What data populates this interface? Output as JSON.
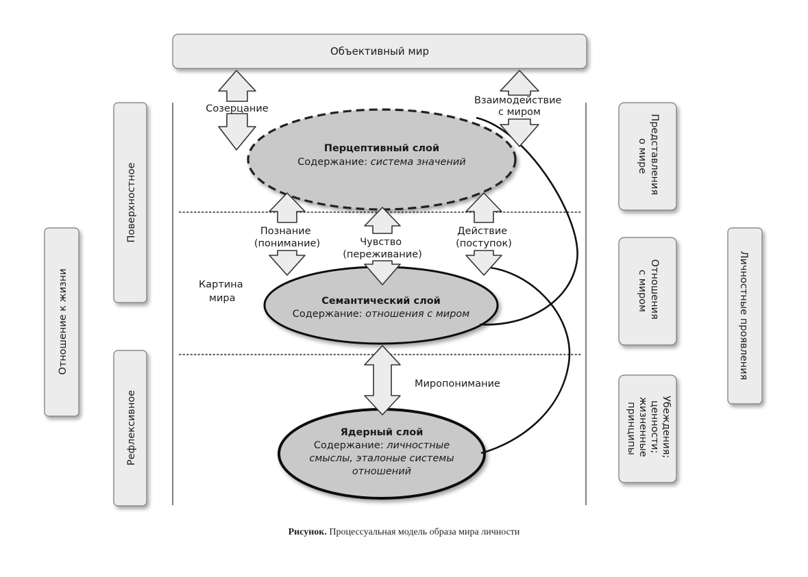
{
  "top_box": "Объективный мир",
  "left_outer_box": "Отношение к жизни",
  "left_boxes": {
    "top": "Поверхностное",
    "bottom": "Рефлексивное"
  },
  "right_outer_box": "Личностные проявления",
  "right_boxes": {
    "top": [
      "Представления",
      "о мире"
    ],
    "middle": [
      "Отношения",
      "с миром"
    ],
    "bottom": [
      "Убеждения;",
      "ценности;",
      "жизненные",
      "принципы"
    ]
  },
  "arrow_labels": {
    "contemplation": "Созерцание",
    "interaction": [
      "Взаимодействие",
      "с миром"
    ],
    "cognition": [
      "Познание",
      "(понимание)"
    ],
    "feeling": [
      "Чувство",
      "(переживание)"
    ],
    "action": [
      "Действие",
      "(поступок)"
    ],
    "worldview": "Миропонимание"
  },
  "world_picture": [
    "Картина",
    "мира"
  ],
  "layers": {
    "perceptive": {
      "title": "Перцептивный слой",
      "content_label": "Содержание: ",
      "content": "система значений"
    },
    "semantic": {
      "title": "Семантический слой",
      "content_label": "Содержание: ",
      "content": "отношения с миром"
    },
    "core": {
      "title": "Ядерный слой",
      "content_label": "Содержание: ",
      "content_line1": "личностные",
      "content_line2": "смыслы,  эталоные системы",
      "content_line3": "отношений"
    }
  },
  "caption": {
    "label": "Рисунок.",
    "text": " Процессуальная модель образа мира личности"
  },
  "colors": {
    "ellipse_fill": "#c9c9c9",
    "box_fill": "#ececec"
  }
}
